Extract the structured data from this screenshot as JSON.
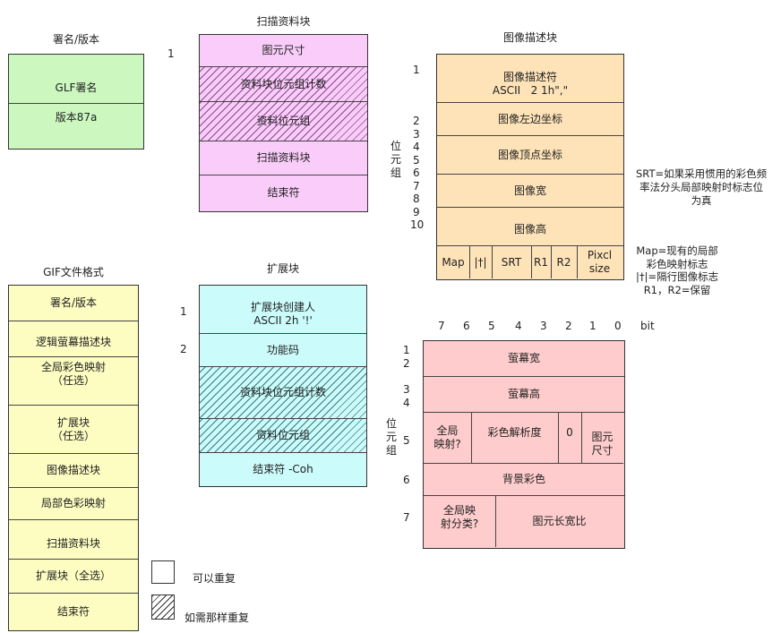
{
  "signature": {
    "title": "署名/版本",
    "rows": [
      "GLF署名",
      "版本87a"
    ]
  },
  "scan": {
    "title": "扫描资料块",
    "byte_label": "1",
    "rows": [
      "图元尺寸",
      "资料块位元组计数",
      "资料位元组",
      "扫描资料块",
      "结束符"
    ]
  },
  "image_desc": {
    "title": "图像描述块",
    "byte_label": "位元组",
    "byte_numbers": [
      "1",
      "2",
      "3",
      "4",
      "5",
      "6",
      "7",
      "8",
      "9",
      "10"
    ],
    "rows": [
      "图像描述符\nASCII   2 1h\",\"",
      "图像左边坐标",
      "图像顶点坐标",
      "图像宽",
      "图像高"
    ],
    "fields": [
      "Map",
      "|†|",
      "SRT",
      "R1",
      "R2",
      "Pixcl\nsize"
    ],
    "note_srt": "SRT=如果采用惯用的彩色频\n率法分头局部映射时标志位\n为真",
    "note_map": "Map=现有的局部\n彩色映射标志\n|†|=隔行图像标志\nR1，R2=保留"
  },
  "gif_format": {
    "title": "GIF文件格式",
    "rows": [
      "署名/版本",
      "逻辑萤幕描述块",
      "全局彩色映射\n（任选）",
      "扩展块\n（任选）",
      "图像描述块",
      "局部色彩映射",
      "扫描资料块",
      "扩展块（全选）",
      "结束符"
    ]
  },
  "extension": {
    "title": "扩展块",
    "byte_numbers": [
      "1",
      "2"
    ],
    "rows": [
      "扩展块创建人\nASCII 2h '!'",
      "功能码",
      "资料块位元组计数",
      "资料位元组",
      "结束符  -Coh"
    ]
  },
  "screen": {
    "bit_numbers": [
      "7",
      "6",
      "5",
      "4",
      "3",
      "2",
      "1",
      "0"
    ],
    "bit_label": "bit",
    "byte_label": "位元组",
    "byte_numbers": [
      "1",
      "2",
      "3",
      "4",
      "5",
      "6",
      "7"
    ],
    "rows": [
      "萤幕宽",
      "萤幕高"
    ],
    "row5": [
      "全局\n映射?",
      "彩色解析度",
      "0",
      "图元\n尺寸"
    ],
    "row6": "背景彩色",
    "row7": [
      "全局映\n射分类?",
      "图元长宽比"
    ]
  },
  "legend": {
    "repeat": "可以重复",
    "repeat_as_needed": "如需那样重复"
  }
}
